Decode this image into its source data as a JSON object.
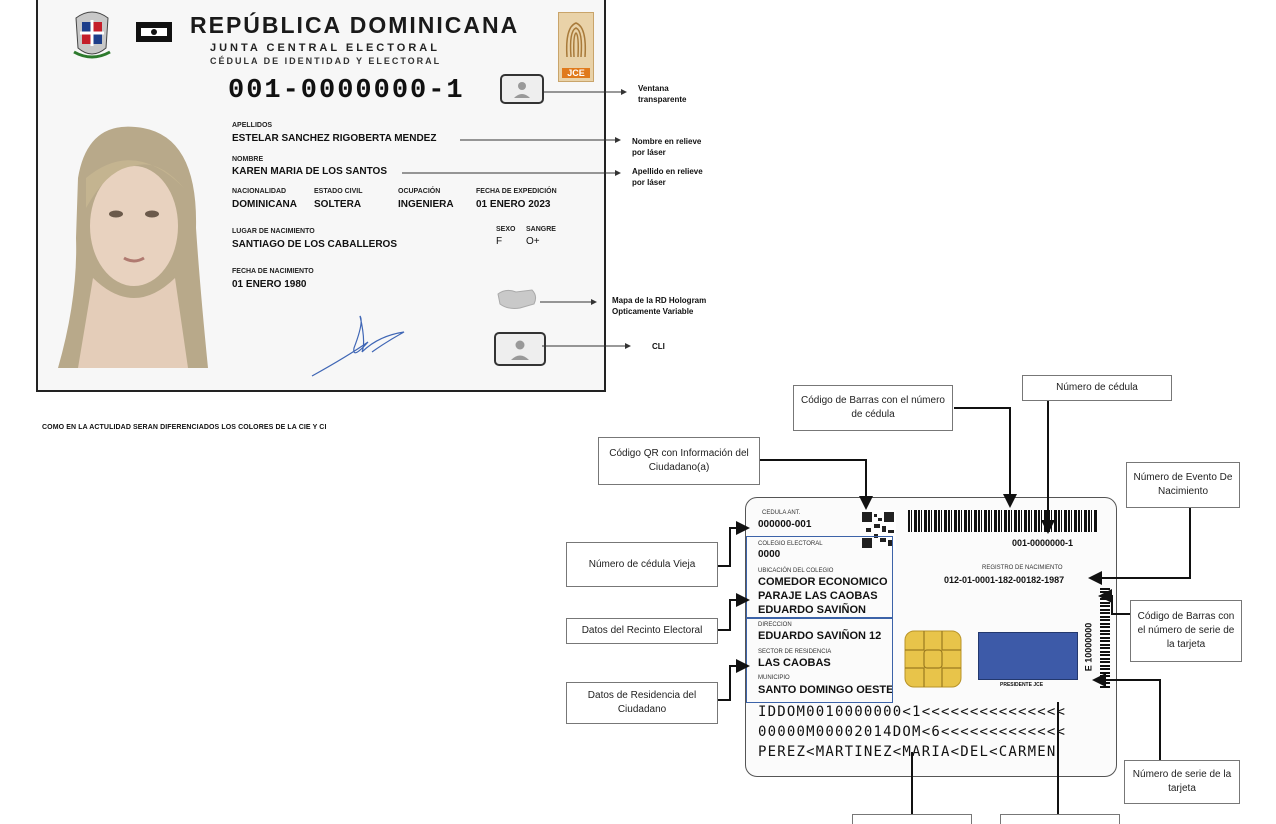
{
  "front": {
    "country": "REPÚBLICA DOMINICANA",
    "org": "JUNTA CENTRAL ELECTORAL",
    "doc": "CÉDULA DE IDENTIDAD Y ELECTORAL",
    "logo": "JCE",
    "id_number": "001-0000000-1",
    "fields": {
      "apellidos_label": "APELLIDOS",
      "apellidos": "ESTELAR SANCHEZ RIGOBERTA MENDEZ",
      "nombre_label": "NOMBRE",
      "nombre": "KAREN MARIA DE LOS SANTOS",
      "nacionalidad_label": "NACIONALIDAD",
      "nacionalidad": "DOMINICANA",
      "estado_civil_label": "ESTADO CIVIL",
      "estado_civil": "SOLTERA",
      "ocupacion_label": "OCUPACIÓN",
      "ocupacion": "INGENIERA",
      "fecha_exp_label": "FECHA DE EXPEDICIÓN",
      "fecha_exp": "01 ENERO 2023",
      "lugar_nac_label": "LUGAR DE NACIMIENTO",
      "lugar_nac": "SANTIAGO DE LOS CABALLEROS",
      "sexo_label": "SEXO",
      "sexo": "F",
      "sangre_label": "SANGRE",
      "sangre": "O+",
      "fecha_nac_label": "FECHA DE NACIMIENTO",
      "fecha_nac": "01 ENERO 1980"
    },
    "notes": {
      "ventana1": "Ventana",
      "ventana2": "transparente",
      "nombre1": "Nombre en relieve",
      "nombre2": "por láser",
      "apellido1": "Apellido en relieve",
      "apellido2": "por láser",
      "mapa1": "Mapa de la RD Hologram",
      "mapa2": "Opticamente Variable",
      "cli": "CLI"
    },
    "caption": "COMO EN LA ACTULIDAD SERAN DIFERENCIADOS LOS COLORES DE LA CIE Y CI"
  },
  "back": {
    "cedula_ant_label": "CEDULA ANT.",
    "cedula_ant": "000000-001",
    "colegio_label": "COLEGIO ELECTORAL",
    "colegio": "0000",
    "ubicacion_label": "UBICACIÓN DEL COLEGIO",
    "ubicacion1": "COMEDOR ECONOMICO",
    "ubicacion2": "PARAJE LAS CAOBAS",
    "ubicacion3": "EDUARDO SAVIÑON",
    "direccion_label": "DIRECCION",
    "direccion": "EDUARDO SAVIÑON 12",
    "sector_label": "SECTOR DE RESIDENCIA",
    "sector": "LAS CAOBAS",
    "municipio_label": "MUNICIPIO",
    "municipio": "SANTO DOMINGO OESTE",
    "barcode_number": "001-0000000-1",
    "registro_label": "REGISTRO DE NACIMIENTO",
    "registro": "012-01-0001-182-00182-1987",
    "serial": "E 10000000",
    "firma_label": "PRESIDENTE JCE",
    "mrz1": "IDDOM0010000000<1<<<<<<<<<<<<<<<",
    "mrz2": "00000M00002014DOM<6<<<<<<<<<<<<<",
    "mrz3": "PEREZ<MARTINEZ<MARIA<DEL<CARMEN"
  },
  "callouts": {
    "barras_cedula": "Código de Barras con el número de cédula",
    "numero_cedula": "Número de cédula",
    "qr": "Código QR con Información del Ciudadano(a)",
    "evento": "Número de Evento De Nacimiento",
    "vieja": "Número de cédula Vieja",
    "recinto": "Datos del Recinto Electoral",
    "residencia": "Datos de Residencia del Ciudadano",
    "barras_serie": "Código de Barras con el número de serie de la tarjeta",
    "serie": "Número de serie de la tarjeta"
  },
  "colors": {
    "highlight_blue": "#3c63a8",
    "chip_gold": "#e8c44a",
    "signature_blue": "#3f66b5"
  }
}
